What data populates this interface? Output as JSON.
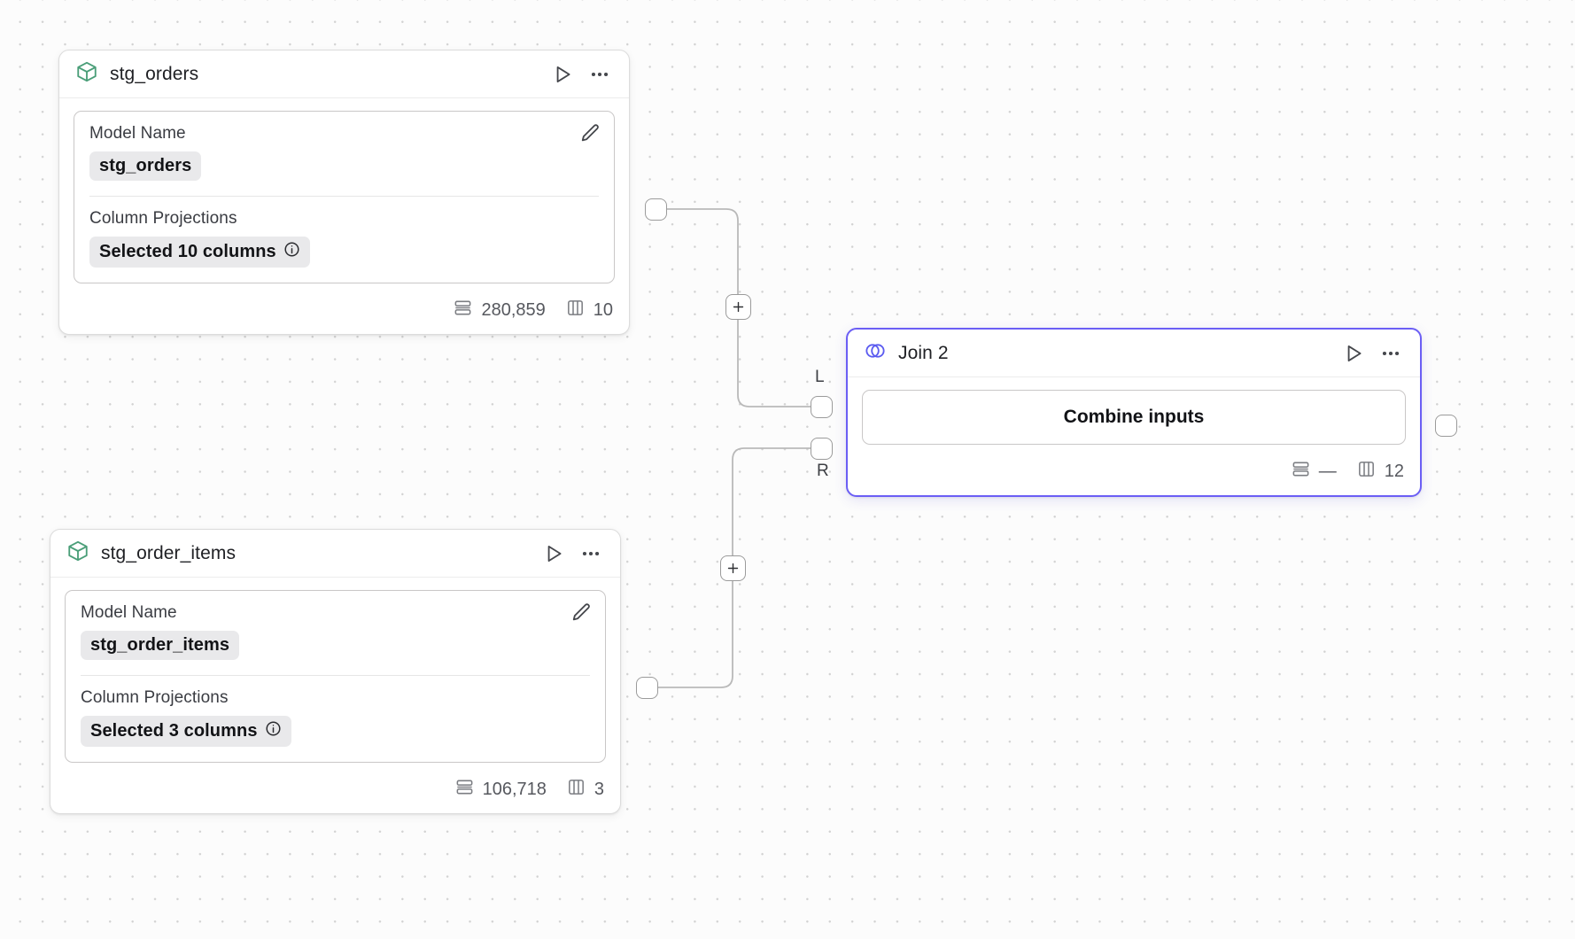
{
  "canvas": {
    "background_color": "#fcfcfc",
    "dot_color": "#d2d2d2"
  },
  "colors": {
    "model_icon": "#4a9e78",
    "join_icon": "#5b5bf0",
    "selection_border": "#6b5ef5",
    "chip_background": "#e9e9eb",
    "text_primary": "#1f2024",
    "text_muted": "#56585e"
  },
  "nodes": [
    {
      "id": "stg_orders",
      "type": "model",
      "icon": "cube-icon",
      "title": "stg_orders",
      "selected": false,
      "run_label": "Run",
      "menu_label": "More options",
      "fields": [
        {
          "label": "Model Name",
          "value": "stg_orders",
          "has_info": false
        },
        {
          "label": "Column Projections",
          "value": "Selected 10 columns",
          "has_info": true
        }
      ],
      "edit_label": "Edit",
      "stats": {
        "rows": "280,859",
        "columns": "10"
      }
    },
    {
      "id": "stg_order_items",
      "type": "model",
      "icon": "cube-icon",
      "title": "stg_order_items",
      "selected": false,
      "run_label": "Run",
      "menu_label": "More options",
      "fields": [
        {
          "label": "Model Name",
          "value": "stg_order_items",
          "has_info": false
        },
        {
          "label": "Column Projections",
          "value": "Selected 3 columns",
          "has_info": true
        }
      ],
      "edit_label": "Edit",
      "stats": {
        "rows": "106,718",
        "columns": "3"
      }
    },
    {
      "id": "join_2",
      "type": "join",
      "icon": "join-circles-icon",
      "title": "Join 2",
      "selected": true,
      "run_label": "Run",
      "menu_label": "More options",
      "action_label": "Combine inputs",
      "input_ports": [
        {
          "key": "L",
          "label": "L"
        },
        {
          "key": "R",
          "label": "R"
        }
      ],
      "stats": {
        "rows": "—",
        "columns": "12"
      }
    }
  ],
  "edges": [
    {
      "from": "stg_orders",
      "to": "join_2",
      "to_port": "L",
      "add_button_label": "+"
    },
    {
      "from": "stg_order_items",
      "to": "join_2",
      "to_port": "R",
      "add_button_label": "+"
    }
  ]
}
